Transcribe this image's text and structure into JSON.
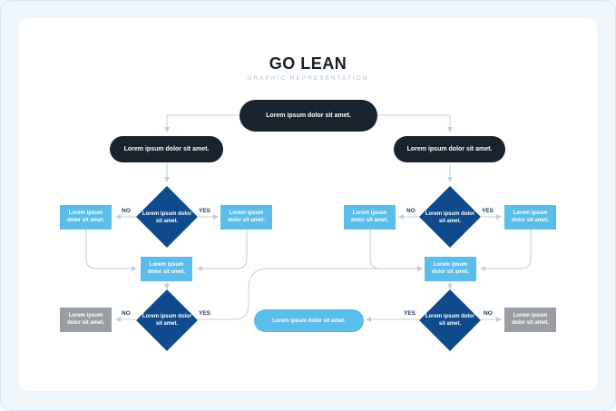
{
  "header": {
    "title": "GO LEAN",
    "subtitle": "GRAPHIC REPRESENTATION"
  },
  "nodes": {
    "top": "Lorem ipsum dolor sit amet.",
    "left_branch": "Lorem ipsum dolor sit amet.",
    "right_branch": "Lorem ipsum dolor sit amet.",
    "box": "Lorem ipsum dolor sit amet.",
    "decision": "Lorem ipsum dolor sit amet.",
    "result": "Lorem ipsum dolor sit amet."
  },
  "labels": {
    "yes": "YES",
    "no": "NO"
  },
  "colors": {
    "dark": "#18232d",
    "decision": "#0e4a8c",
    "process": "#5bbde9",
    "end": "#9a9ea3",
    "connector": "#c5cfd8"
  }
}
